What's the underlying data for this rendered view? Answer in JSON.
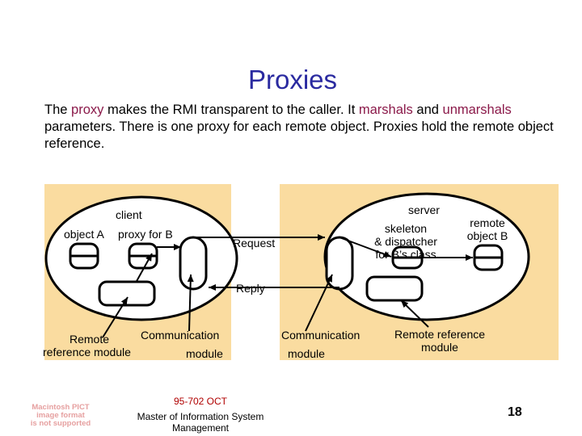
{
  "slide": {
    "title": "Proxies",
    "text_parts": [
      {
        "t": "The ",
        "hl": false
      },
      {
        "t": "proxy",
        "hl": true
      },
      {
        "t": " makes the RMI transparent to the caller. It ",
        "hl": false
      },
      {
        "t": "marshals",
        "hl": true
      },
      {
        "t": " and ",
        "hl": false
      },
      {
        "t": "unmarshals",
        "hl": true
      },
      {
        "t": " parameters. There is one proxy for each remote object. Proxies hold the remote object reference.",
        "hl": false
      }
    ],
    "highlight_color": "#8b1a4a",
    "title_color": "#2a2aa0"
  },
  "diagram": {
    "panel_color": "#fadca0",
    "client_label": "client",
    "server_label": "server",
    "object_a_label": "object A",
    "proxy_label": "proxy for B",
    "request_label": "Request",
    "reply_label": "Reply",
    "skeleton_line1": "skeleton",
    "skeleton_line2": "& dispatcher",
    "skeleton_line3": "for B’s class",
    "remote_obj_line1": "remote",
    "remote_obj_line2": "object B",
    "remote_ref_left_line1": "Remote",
    "remote_ref_left_line2": "reference module",
    "comm_left_line1": "Communication",
    "comm_left_line2": "module",
    "comm_right_line1": "Communication",
    "comm_right_line2": "module",
    "remote_ref_right_line1": "Remote reference",
    "remote_ref_right_line2": "module"
  },
  "footer": {
    "course": "95-702 OCT",
    "program_line1": "Master of Information System",
    "program_line2": "Management",
    "page_number": "18",
    "pict_line1": "Macintosh PICT",
    "pict_line2": "image format",
    "pict_line3": "is not supported"
  }
}
